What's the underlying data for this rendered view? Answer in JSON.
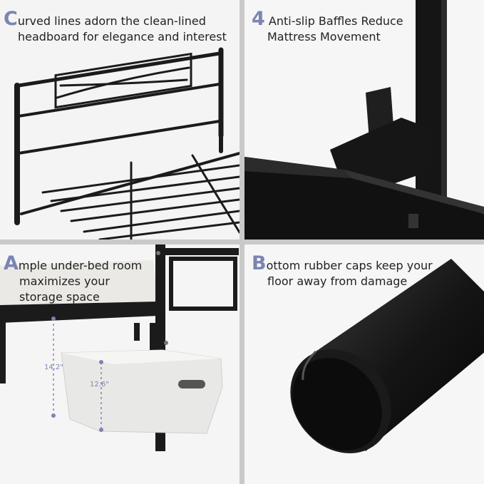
{
  "panels": [
    {
      "id": "headboard",
      "initial": "C",
      "line1_rest": "urved lines adorn the clean-lined",
      "line2": "headboard for elegance and interest"
    },
    {
      "id": "baffles",
      "initial": "4",
      "line1_rest": " Anti-slip Baffles Reduce",
      "line2": "Mattress Movement"
    },
    {
      "id": "under-bed",
      "initial": "A",
      "line1_rest": "mple under-bed room",
      "line2": "maximizes your",
      "line3": "storage space",
      "dim_height": "14.2\"",
      "dim_bin": "12.6\""
    },
    {
      "id": "rubber-caps",
      "initial": "B",
      "line1_rest": "ottom rubber caps keep your",
      "line2": "floor away from damage"
    }
  ],
  "colors": {
    "accent": "#7b84b3",
    "frame": "#1a1a1a",
    "text": "#222222"
  }
}
